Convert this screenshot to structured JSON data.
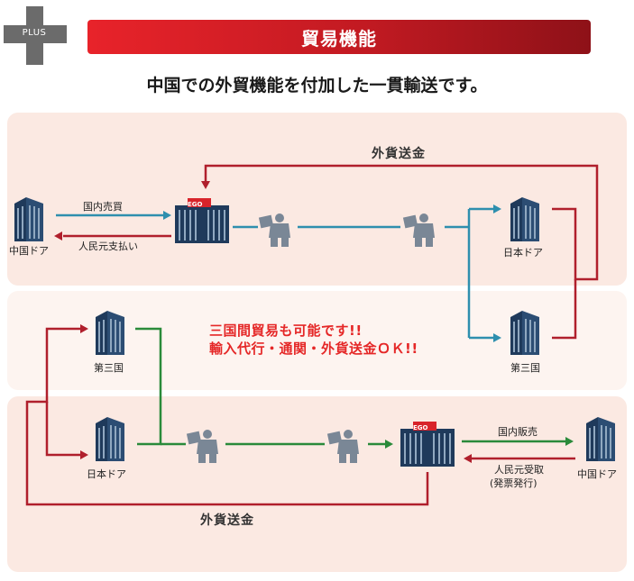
{
  "header": {
    "logo_text": "PLUS",
    "title": "貿易機能",
    "subtitle": "中国での外貿機能を付加した一貫輸送です。"
  },
  "top_flow": {
    "china_door_label": "中国ドア",
    "arrow_out_label": "国内売買",
    "arrow_back_label": "人民元支払い",
    "ego_sign": "EGO",
    "japan_door_label": "日本ドア",
    "third_country_label": "第三国",
    "return_label": "外貨送金"
  },
  "middle_note": {
    "line1": "三国間貿易も可能です!!",
    "line2": "輸入代行・通関・外貨送金ＯＫ!!"
  },
  "bottom_flow": {
    "third_country_label": "第三国",
    "japan_door_label": "日本ドア",
    "ego_sign": "EGO",
    "arrow_out_label": "国内販売",
    "arrow_back_label": "人民元受取",
    "arrow_back_sub": "(発票発行)",
    "china_door_label": "中国ドア",
    "return_label": "外貨送金"
  },
  "colors": {
    "red": "#b01f2c",
    "blue": "#2e8fae",
    "green": "#2a8a3a",
    "panel": "#fbe9e2",
    "building": "#1f3a5b"
  }
}
